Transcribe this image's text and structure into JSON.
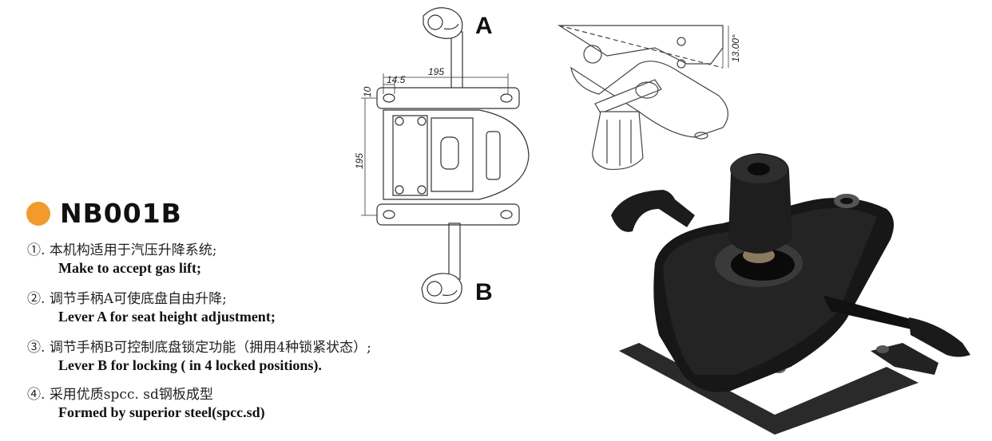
{
  "product": {
    "model": "NB001B",
    "accent_color": "#f29a2e"
  },
  "features": [
    {
      "marker": "①.",
      "cn": "本机构适用于汽压升降系统;",
      "en": "Make to accept gas lift;"
    },
    {
      "marker": "②.",
      "cn": "调节手柄A可使底盘自由升降;",
      "en": "Lever A for seat height adjustment;"
    },
    {
      "marker": "③.",
      "cn": "调节手柄B可控制底盘锁定功能（拥用4种锁紧状态）;",
      "en": "Lever B for locking ( in 4 locked positions)."
    },
    {
      "marker": "④.",
      "cn": "采用优质spcc. sd钢板成型",
      "en": "Formed by superior steel(spcc.sd)"
    }
  ],
  "drawing": {
    "lever_a": "A",
    "lever_b": "B",
    "dim_width": "195",
    "dim_offset": "14.5",
    "dim_height": "195",
    "dim_small": "10",
    "tilt_angle": "13.00°"
  }
}
